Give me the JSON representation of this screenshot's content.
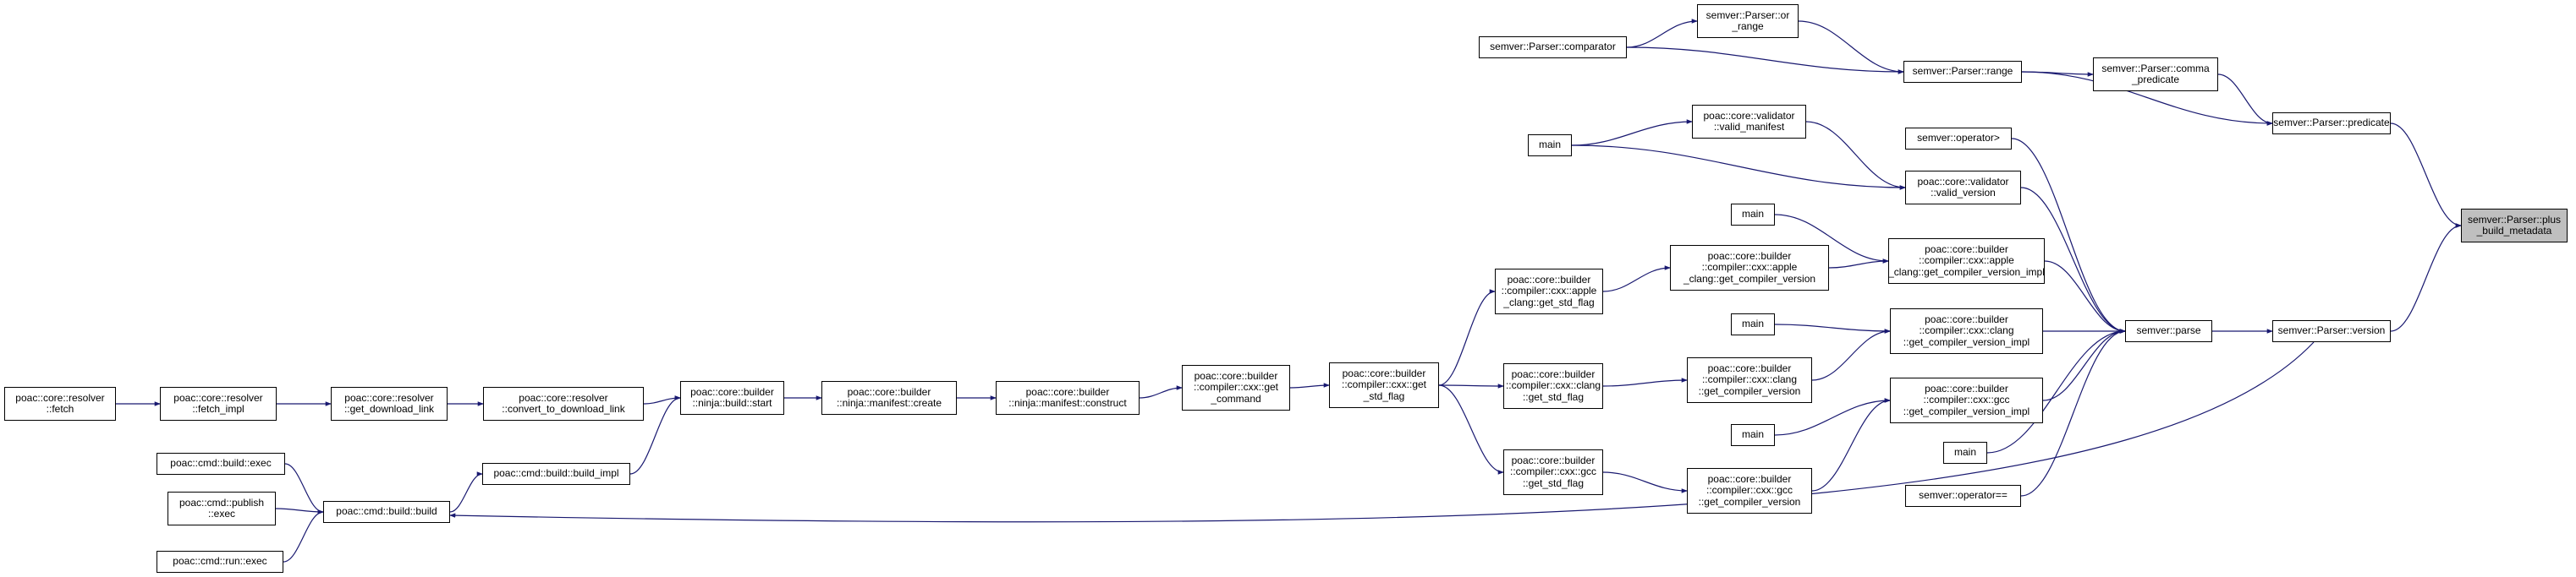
{
  "graph": {
    "colors": {
      "edge": "#191970",
      "node_border": "#000000",
      "node_fill": "#ffffff",
      "highlight_fill": "#bfbfbf"
    },
    "nodes": [
      {
        "id": "plus_build_metadata",
        "lines": [
          "semver::Parser::plus",
          "_build_metadata"
        ],
        "highlight": true
      },
      {
        "id": "predicate",
        "lines": [
          "semver::Parser::predicate"
        ]
      },
      {
        "id": "version",
        "lines": [
          "semver::Parser::version"
        ]
      },
      {
        "id": "comma_predicate",
        "lines": [
          "semver::Parser::comma",
          "_predicate"
        ]
      },
      {
        "id": "range",
        "lines": [
          "semver::Parser::range"
        ]
      },
      {
        "id": "or_range",
        "lines": [
          "semver::Parser::or",
          "_range"
        ]
      },
      {
        "id": "comparator",
        "lines": [
          "semver::Parser::comparator"
        ]
      },
      {
        "id": "parse",
        "lines": [
          "semver::parse"
        ]
      },
      {
        "id": "operator_gt",
        "lines": [
          "semver::operator>"
        ]
      },
      {
        "id": "valid_version",
        "lines": [
          "poac::core::validator",
          "::valid_version"
        ]
      },
      {
        "id": "apple_impl",
        "lines": [
          "poac::core::builder",
          "::compiler::cxx::apple",
          "_clang::get_compiler_version_impl"
        ]
      },
      {
        "id": "clang_impl",
        "lines": [
          "poac::core::builder",
          "::compiler::cxx::clang",
          "::get_compiler_version_impl"
        ]
      },
      {
        "id": "gcc_impl",
        "lines": [
          "poac::core::builder",
          "::compiler::cxx::gcc",
          "::get_compiler_version_impl"
        ]
      },
      {
        "id": "main_parse",
        "lines": [
          "main"
        ]
      },
      {
        "id": "operator_eq",
        "lines": [
          "semver::operator=="
        ]
      },
      {
        "id": "valid_manifest",
        "lines": [
          "poac::core::validator",
          "::valid_manifest"
        ]
      },
      {
        "id": "main_top",
        "lines": [
          "main"
        ]
      },
      {
        "id": "main_apple",
        "lines": [
          "main"
        ]
      },
      {
        "id": "main_clang",
        "lines": [
          "main"
        ]
      },
      {
        "id": "main_gcc",
        "lines": [
          "main"
        ]
      },
      {
        "id": "apple_ver",
        "lines": [
          "poac::core::builder",
          "::compiler::cxx::apple",
          "_clang::get_compiler_version"
        ]
      },
      {
        "id": "clang_ver",
        "lines": [
          "poac::core::builder",
          "::compiler::cxx::clang",
          "::get_compiler_version"
        ]
      },
      {
        "id": "gcc_ver",
        "lines": [
          "poac::core::builder",
          "::compiler::cxx::gcc",
          "::get_compiler_version"
        ]
      },
      {
        "id": "apple_std",
        "lines": [
          "poac::core::builder",
          "::compiler::cxx::apple",
          "_clang::get_std_flag"
        ]
      },
      {
        "id": "clang_std",
        "lines": [
          "poac::core::builder",
          "::compiler::cxx::clang",
          "::get_std_flag"
        ]
      },
      {
        "id": "gcc_std",
        "lines": [
          "poac::core::builder",
          "::compiler::cxx::gcc",
          "::get_std_flag"
        ]
      },
      {
        "id": "cxx_std",
        "lines": [
          "poac::core::builder",
          "::compiler::cxx::get",
          "_std_flag"
        ]
      },
      {
        "id": "get_command",
        "lines": [
          "poac::core::builder",
          "::compiler::cxx::get",
          "_command"
        ]
      },
      {
        "id": "construct",
        "lines": [
          "poac::core::builder",
          "::ninja::manifest::construct"
        ]
      },
      {
        "id": "create",
        "lines": [
          "poac::core::builder",
          "::ninja::manifest::create"
        ]
      },
      {
        "id": "start",
        "lines": [
          "poac::core::builder",
          "::ninja::build::start"
        ]
      },
      {
        "id": "convert",
        "lines": [
          "poac::core::resolver",
          "::convert_to_download_link"
        ]
      },
      {
        "id": "get_download_link",
        "lines": [
          "poac::core::resolver",
          "::get_download_link"
        ]
      },
      {
        "id": "fetch_impl",
        "lines": [
          "poac::core::resolver",
          "::fetch_impl"
        ]
      },
      {
        "id": "fetch",
        "lines": [
          "poac::core::resolver",
          "::fetch"
        ]
      },
      {
        "id": "build_impl",
        "lines": [
          "poac::cmd::build::build_impl"
        ]
      },
      {
        "id": "build",
        "lines": [
          "poac::cmd::build::build"
        ]
      },
      {
        "id": "build_exec",
        "lines": [
          "poac::cmd::build::exec"
        ]
      },
      {
        "id": "publish_exec",
        "lines": [
          "poac::cmd::publish",
          "::exec"
        ]
      },
      {
        "id": "run_exec",
        "lines": [
          "poac::cmd::run::exec"
        ]
      }
    ],
    "edges": [
      {
        "from": "predicate",
        "to": "plus_build_metadata"
      },
      {
        "from": "version",
        "to": "plus_build_metadata"
      },
      {
        "from": "comma_predicate",
        "to": "predicate"
      },
      {
        "from": "range",
        "to": "predicate"
      },
      {
        "from": "range",
        "to": "comma_predicate"
      },
      {
        "from": "or_range",
        "to": "range"
      },
      {
        "from": "comparator",
        "to": "range"
      },
      {
        "from": "comparator",
        "to": "or_range"
      },
      {
        "from": "parse",
        "to": "version"
      },
      {
        "from": "operator_gt",
        "to": "parse"
      },
      {
        "from": "valid_version",
        "to": "parse"
      },
      {
        "from": "apple_impl",
        "to": "parse"
      },
      {
        "from": "clang_impl",
        "to": "parse"
      },
      {
        "from": "gcc_impl",
        "to": "parse"
      },
      {
        "from": "main_parse",
        "to": "parse"
      },
      {
        "from": "operator_eq",
        "to": "parse"
      },
      {
        "from": "valid_manifest",
        "to": "valid_version"
      },
      {
        "from": "main_top",
        "to": "valid_version"
      },
      {
        "from": "main_top",
        "to": "valid_manifest"
      },
      {
        "from": "main_apple",
        "to": "apple_impl"
      },
      {
        "from": "apple_ver",
        "to": "apple_impl"
      },
      {
        "from": "main_clang",
        "to": "clang_impl"
      },
      {
        "from": "clang_ver",
        "to": "clang_impl"
      },
      {
        "from": "main_gcc",
        "to": "gcc_impl"
      },
      {
        "from": "gcc_ver",
        "to": "gcc_impl"
      },
      {
        "from": "apple_std",
        "to": "apple_ver"
      },
      {
        "from": "clang_std",
        "to": "clang_ver"
      },
      {
        "from": "gcc_std",
        "to": "gcc_ver"
      },
      {
        "from": "cxx_std",
        "to": "apple_std"
      },
      {
        "from": "cxx_std",
        "to": "clang_std"
      },
      {
        "from": "cxx_std",
        "to": "gcc_std"
      },
      {
        "from": "get_command",
        "to": "cxx_std"
      },
      {
        "from": "construct",
        "to": "get_command"
      },
      {
        "from": "create",
        "to": "construct"
      },
      {
        "from": "start",
        "to": "create"
      },
      {
        "from": "convert",
        "to": "start"
      },
      {
        "from": "get_download_link",
        "to": "convert"
      },
      {
        "from": "fetch_impl",
        "to": "get_download_link"
      },
      {
        "from": "fetch",
        "to": "fetch_impl"
      },
      {
        "from": "build_impl",
        "to": "start"
      },
      {
        "from": "build",
        "to": "build_impl"
      },
      {
        "from": "version",
        "to": "build"
      },
      {
        "from": "build_exec",
        "to": "build"
      },
      {
        "from": "publish_exec",
        "to": "build"
      },
      {
        "from": "run_exec",
        "to": "build"
      }
    ]
  }
}
